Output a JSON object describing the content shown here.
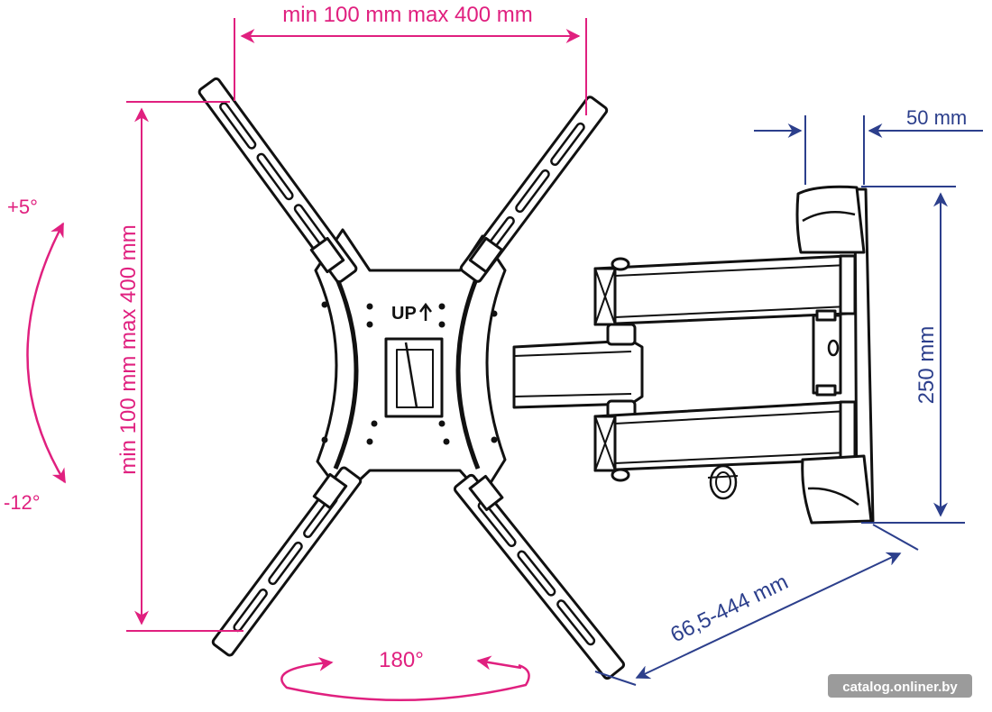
{
  "labels": {
    "width_range": "min 100 mm max 400 mm",
    "height_range": "min 100 mm max 400 mm",
    "tilt_up": "+5°",
    "tilt_down": "-12°",
    "swivel": "180°",
    "wall_plate_depth": "50 mm",
    "wall_plate_height": "250 mm",
    "arm_extension": "66,5-444 mm",
    "up_mark": "UP",
    "watermark": "catalog.onliner.by"
  },
  "colors": {
    "dimension_pink": "#e0207f",
    "dimension_blue": "#2c3f8c",
    "line_art": "#111111",
    "watermark_bg": "#8a8a8a"
  }
}
